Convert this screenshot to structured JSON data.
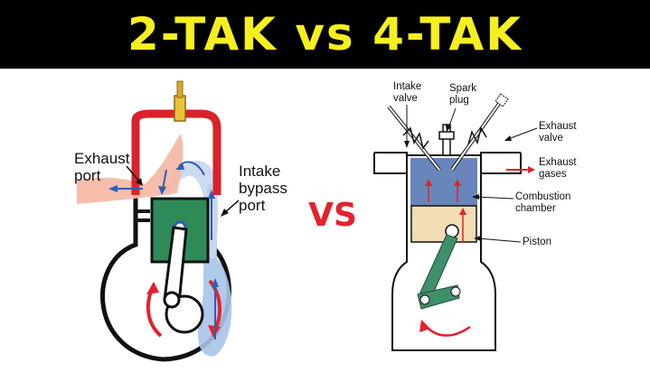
{
  "header": {
    "title": "2-TAK vs 4-TAK"
  },
  "center": {
    "vs_label": "VS"
  },
  "two_stroke": {
    "labels": {
      "exhaust_port": [
        "Exhaust",
        "port"
      ],
      "intake_bypass_port": [
        "Intake",
        "bypass",
        "port"
      ]
    }
  },
  "four_stroke": {
    "labels": {
      "intake_valve": [
        "Intake",
        "valve"
      ],
      "spark_plug": [
        "Spark",
        "plug"
      ],
      "exhaust_valve": [
        "Exhaust",
        "valve"
      ],
      "exhaust_gases": [
        "Exhaust",
        "gases"
      ],
      "combustion_chamber": [
        "Combustion",
        "chamber"
      ],
      "piston": [
        "Piston"
      ]
    }
  },
  "colors": {
    "banner_bg": "#000000",
    "title": "#f6ef1f",
    "vs": "#e3222b",
    "cylinder_head": "#d8232a",
    "piston_2t": "#2e8b57",
    "exhaust_flow": "#f6b9a6",
    "intake_flow": "#a9c3e8",
    "chamber_4t": "#5c7bb3",
    "piston_4t": "#f2dcb3",
    "rod_4t": "#3f8f6a",
    "arrow_red": "#e3222b",
    "arrow_blue": "#2f5fb3"
  }
}
